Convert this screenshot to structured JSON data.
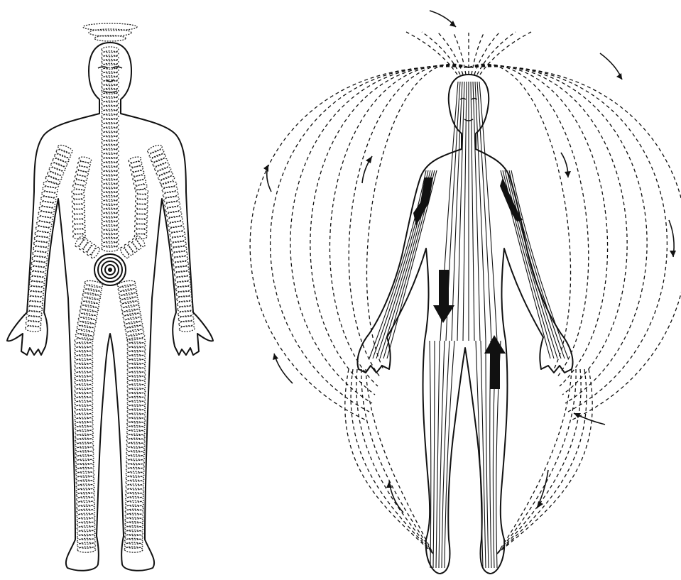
{
  "figures": [
    {
      "id": "spiral-figure",
      "description_kind": "front-view human outline with dotted coil spirals along limbs and spine, dense spiral at abdomen",
      "icon": "spiral-energy-figure"
    },
    {
      "id": "field-figure",
      "description_kind": "front-view human outline with internal flow lines, bold direction arrows and dashed external field loops",
      "icon": "energy-field-figure"
    }
  ],
  "colors": {
    "ink": "#111111",
    "background": "#ffffff"
  }
}
